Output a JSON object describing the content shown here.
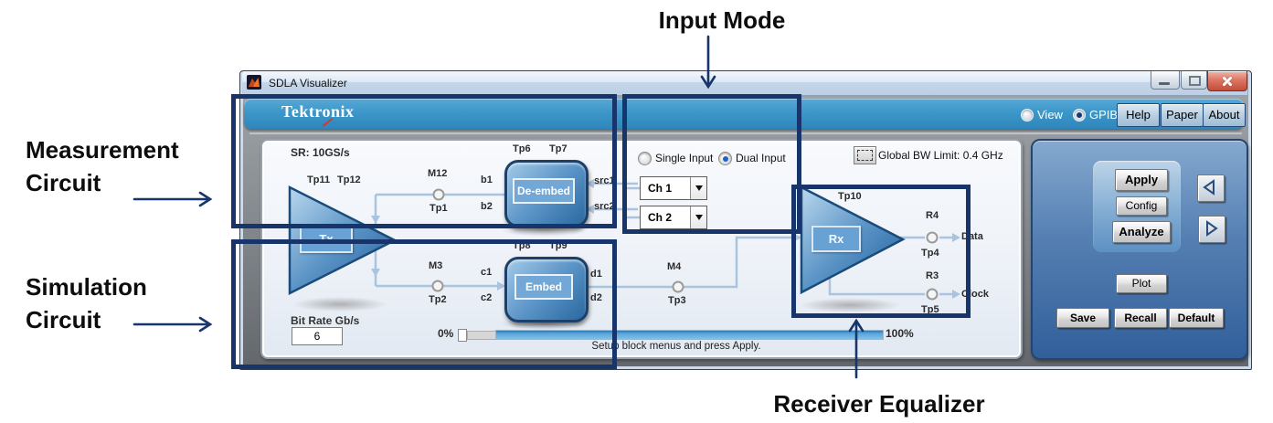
{
  "annotations": {
    "input_mode": "Input Mode",
    "measurement": [
      "Measurement",
      "Circuit"
    ],
    "simulation": [
      "Simulation",
      "Circuit"
    ],
    "receiver_equalizer": "Receiver Equalizer"
  },
  "window": {
    "title": "SDLA Visualizer"
  },
  "header": {
    "brand": "Tektronix",
    "view_label": "View",
    "gpib_label": "GPIB",
    "selected_radio": "GPIB",
    "buttons": [
      "Help",
      "Paper",
      "About"
    ]
  },
  "circuit": {
    "sample_rate": "SR: 10GS/s",
    "tx": "Tx",
    "rx": "Rx",
    "deembed": "De-embed",
    "embed": "Embed",
    "labels": {
      "tp11": "Tp11",
      "tp12": "Tp12",
      "m12": "M12",
      "tp1": "Tp1",
      "b1": "b1",
      "b2": "b2",
      "tp6": "Tp6",
      "tp7": "Tp7",
      "src1": "src1",
      "src2": "src2",
      "m3": "M3",
      "tp2": "Tp2",
      "c1": "c1",
      "c2": "c2",
      "tp8": "Tp8",
      "tp9": "Tp9",
      "d1": "d1",
      "d2": "d2",
      "m4": "M4",
      "tp3": "Tp3",
      "tp10": "Tp10",
      "r4": "R4",
      "tp4": "Tp4",
      "data": "Data",
      "r3": "R3",
      "tp5": "Tp5",
      "clock": "Clock"
    },
    "global_bw": "Global BW Limit: 0.4 GHz",
    "bit_rate_label": "Bit Rate Gb/s",
    "bit_rate_value": "6",
    "progress": {
      "min": "0%",
      "max": "100%",
      "status": "Setup block menus and press Apply."
    }
  },
  "input_mode": {
    "single": "Single Input",
    "dual": "Dual Input",
    "selected": "Dual Input",
    "ch1": "Ch 1",
    "ch2": "Ch 2"
  },
  "controls": {
    "apply": "Apply",
    "config": "Config",
    "analyze": "Analyze",
    "plot": "Plot",
    "save": "Save",
    "recall": "Recall",
    "default_btn": "Default"
  },
  "colors": {
    "brand_blue": "#3d97c9",
    "panel_blue": "#315f9a",
    "callout_navy": "#17356b",
    "wire": "#aac4de"
  }
}
